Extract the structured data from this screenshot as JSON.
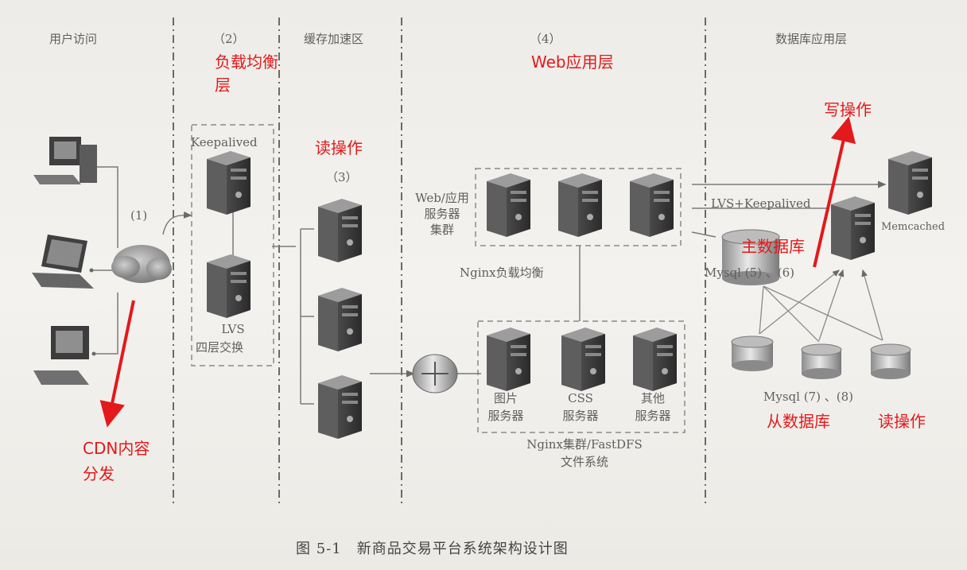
{
  "columns": {
    "user": "用户访问",
    "lb_num": "（2）",
    "cache": "缓存加速区",
    "web_num": "（4）",
    "db": "数据库应用层"
  },
  "labels": {
    "step1": "(1)",
    "keepalived": "Keepalived",
    "lvs": "LVS",
    "lvs_sub": "四层交换",
    "step3": "（3）",
    "web_cluster": [
      "Web/应用",
      "服务器",
      "集群"
    ],
    "nginx_lb": "Nginx负载均衡",
    "lvs_keepalived": "LVS+Keepalived",
    "memcached": "Memcached",
    "mysql_master": "Mysql (5) 、(6)",
    "mysql_slave": "Mysql (7) 、(8)",
    "img_server": [
      "图片",
      "服务器"
    ],
    "css_server": [
      "CSS",
      "服务器"
    ],
    "other_server": [
      "其他",
      "服务器"
    ],
    "file_system": [
      "Nginx集群/FastDFS",
      "文件系统"
    ]
  },
  "annotations": {
    "lb_layer": [
      "负载均衡",
      "层"
    ],
    "web_layer": "Web应用层",
    "read_op_top": "读操作",
    "write_op": "写操作",
    "master_db": "主数据库",
    "slave_db": "从数据库",
    "read_op_bottom": "读操作",
    "cdn": [
      "CDN内容",
      "分发"
    ]
  },
  "caption": "图 5-1　新商品交易平台系统架构设计图",
  "colors": {
    "annotation": "#e3191b",
    "text": "#5f5f5f",
    "line": "#8a8a8a"
  }
}
